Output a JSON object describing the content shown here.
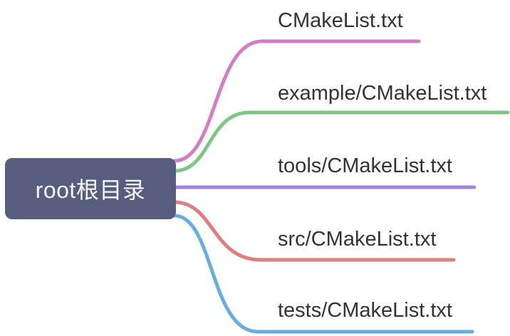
{
  "root": {
    "label": "root根目录",
    "color": "#575d7d",
    "text_color": "#f5f6fa"
  },
  "label_color": "#333333",
  "background": "#ffffff",
  "branches": [
    {
      "label": "CMakeList.txt",
      "color": "#d07ec6"
    },
    {
      "label": "example/CMakeList.txt",
      "color": "#7fc584"
    },
    {
      "label": "tools/CMakeList.txt",
      "color": "#9c84dd"
    },
    {
      "label": "src/CMakeList.txt",
      "color": "#dd7e80"
    },
    {
      "label": "tests/CMakeList.txt",
      "color": "#6bacdf"
    }
  ]
}
